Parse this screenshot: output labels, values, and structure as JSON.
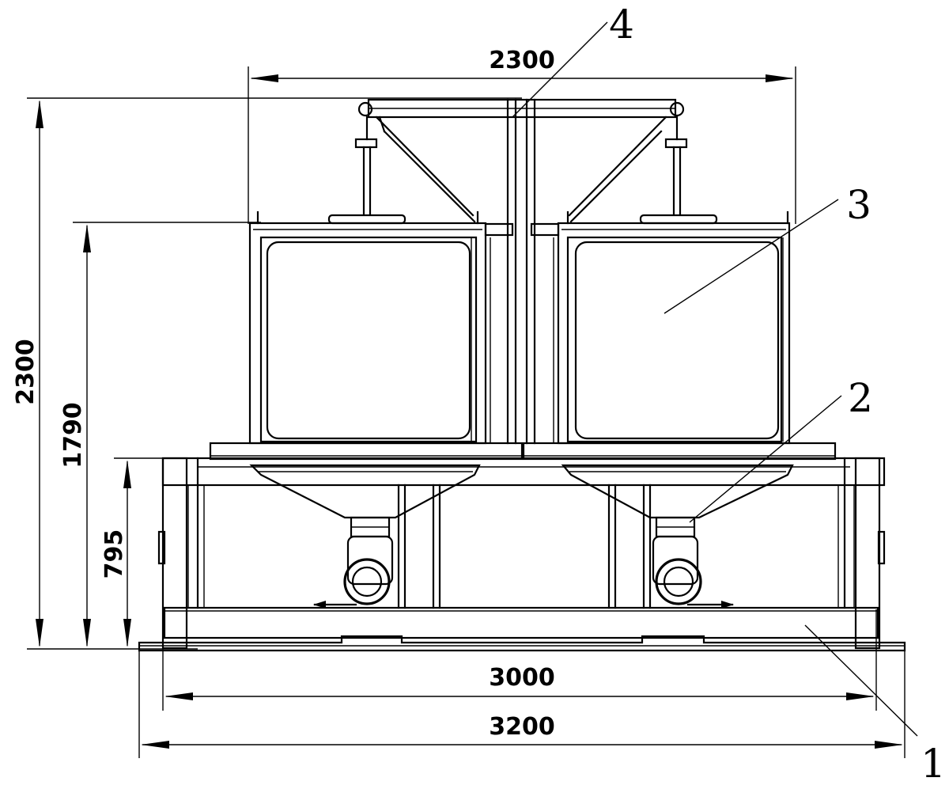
{
  "dimensions": {
    "top_width": "2300",
    "total_height": "2300",
    "upper_height": "1790",
    "base_height": "795",
    "inner_width": "3000",
    "outer_width": "3200"
  },
  "labels": {
    "part_1": "1",
    "part_2": "2",
    "part_3": "3",
    "part_4": "4"
  }
}
